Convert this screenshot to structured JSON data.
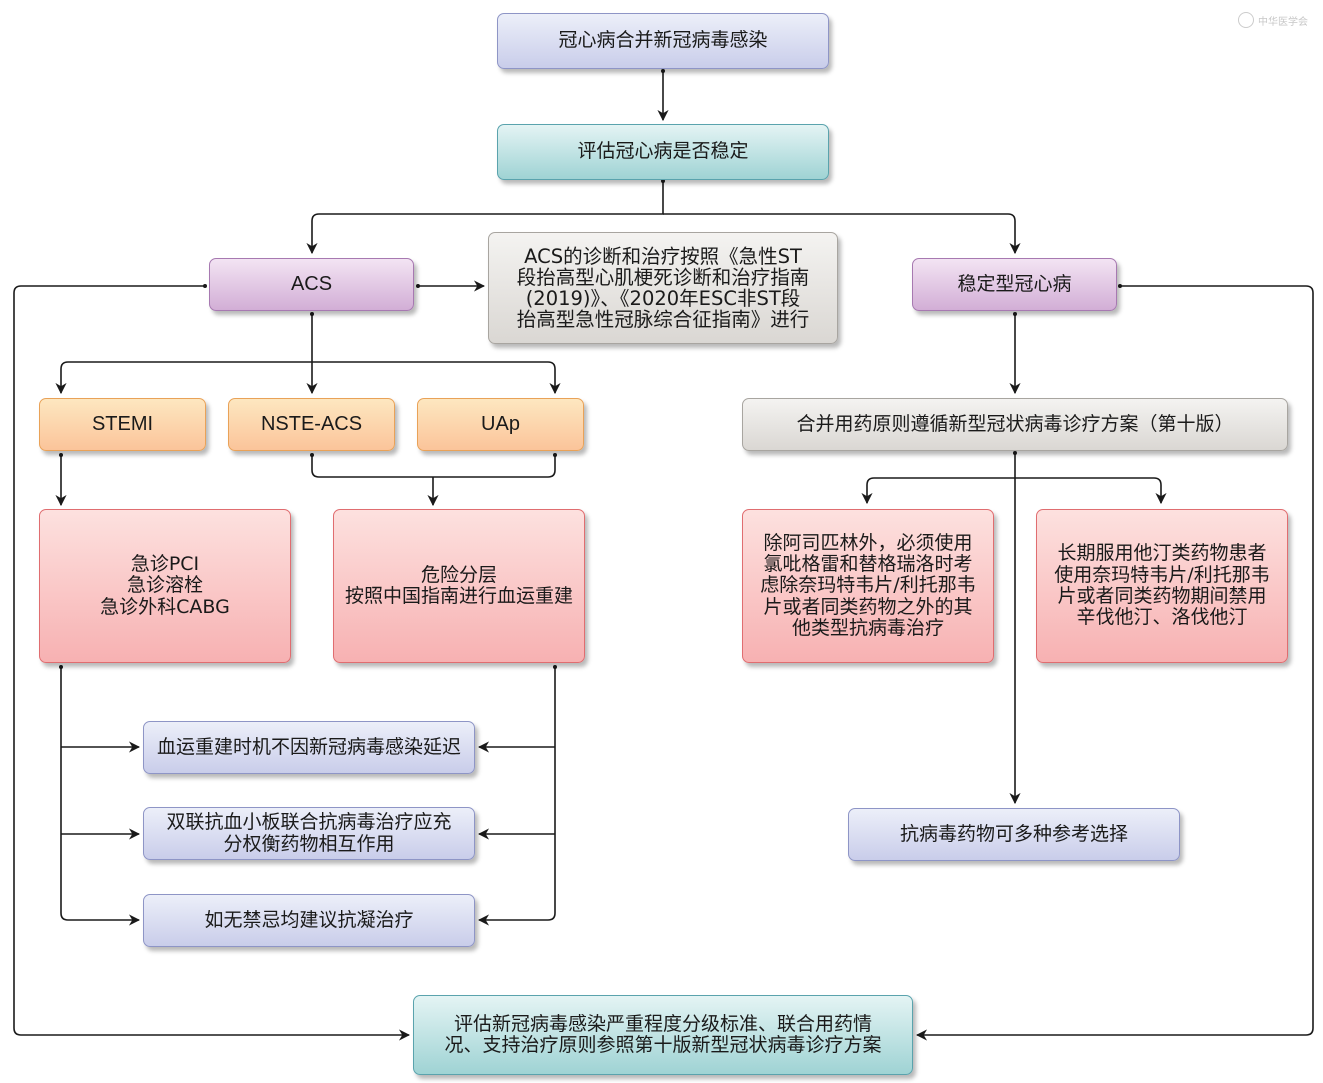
{
  "watermark": {
    "text": "中华医学会",
    "icon": "society-logo-icon"
  },
  "nodes": {
    "root": "冠心病合并新冠病毒感染",
    "assess": "评估冠心病是否稳定",
    "acs": "ACS",
    "acs_guideline": "ACS的诊断和治疗按照《急性ST\n段抬高型心肌梗死诊断和治疗指南\n(2019)》、《2020年ESC非ST段\n抬高型急性冠脉综合征指南》进行",
    "stable": "稳定型冠心病",
    "stemi": "STEMI",
    "nste_acs": "NSTE-ACS",
    "uap": "UAp",
    "emergency": "急诊PCI\n急诊溶栓\n急诊外科CABG",
    "risk": "危险分层\n按照中国指南进行血运重建",
    "revasc_timing": "血运重建时机不因新冠病毒感染延迟",
    "dapt": "双联抗血小板联合抗病毒治疗应充\n分权衡药物相互作用",
    "anticoag": "如无禁忌均建议抗凝治疗",
    "combo_principle": "合并用药原则遵循新型冠状病毒诊疗方案（第十版）",
    "aspirin": "除阿司匹林外，必须使用\n氯吡格雷和替格瑞洛时考\n虑除奈玛特韦片/利托那韦\n片或者同类药物之外的其\n他类型抗病毒治疗",
    "statin": "长期服用他汀类药物患者\n使用奈玛特韦片/利托那韦\n片或者同类药物期间禁用\n辛伐他汀、洛伐他汀",
    "antiviral": "抗病毒药物可多种参考选择",
    "final": "评估新冠病毒感染严重程度分级标准、联合用药情\n况、支持治疗原则参照第十版新型冠状病毒诊疗方案"
  },
  "colors": {
    "line": "#1a1a1a",
    "blue": "#c9cdea",
    "teal": "#9fd3d4",
    "purple": "#d2aed6",
    "grey": "#dad7d3",
    "orange": "#fbc49a",
    "pink": "#f7b1b2"
  }
}
